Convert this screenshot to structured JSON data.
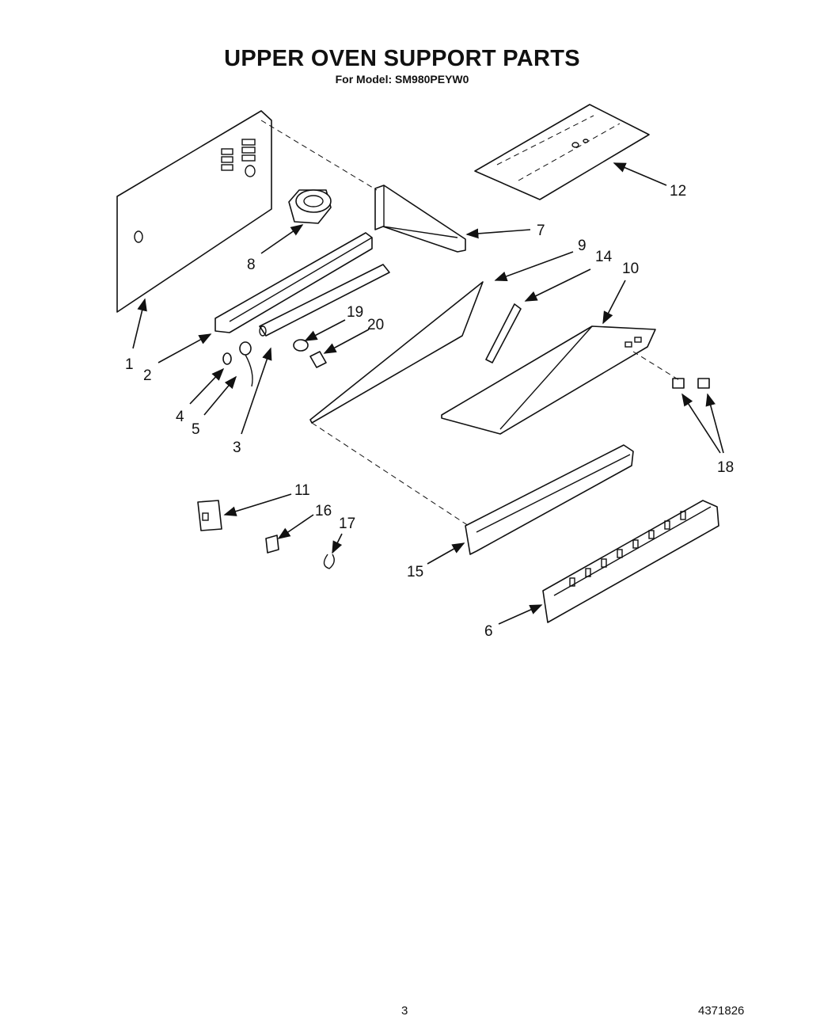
{
  "header": {
    "title": "UPPER OVEN SUPPORT PARTS",
    "subtitle": "For Model: SM980PEYW0"
  },
  "callouts": {
    "c1": "1",
    "c2": "2",
    "c3": "3",
    "c4": "4",
    "c5": "5",
    "c6": "6",
    "c7": "7",
    "c8": "8",
    "c9": "9",
    "c10": "10",
    "c11": "11",
    "c12": "12",
    "c14": "14",
    "c15": "15",
    "c16": "16",
    "c17": "17",
    "c18": "18",
    "c19": "19",
    "c20": "20"
  },
  "footer": {
    "page_number": "3",
    "document_number": "4371826"
  }
}
